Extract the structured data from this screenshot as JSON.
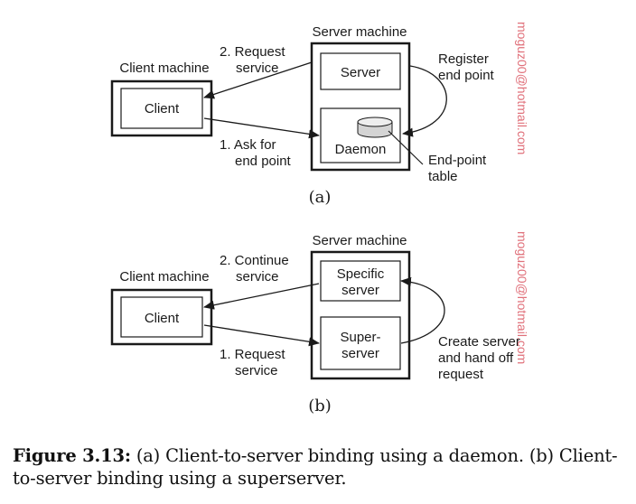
{
  "colors": {
    "ink": "#1a1a1a",
    "watermark": "#e0707a"
  },
  "watermark": "moguz00@hotmail.com",
  "panel_a": {
    "server_machine": "Server machine",
    "client_machine": "Client machine",
    "client": "Client",
    "server": "Server",
    "daemon": "Daemon",
    "request_line1": "2. Request",
    "request_line2": "service",
    "ask_line1": "1. Ask for",
    "ask_line2": "end point",
    "register_line1": "Register",
    "register_line2": "end point",
    "endpoint_line1": "End-point",
    "endpoint_line2": "table",
    "label": "(a)"
  },
  "panel_b": {
    "server_machine": "Server machine",
    "client_machine": "Client machine",
    "client": "Client",
    "specific_line1": "Specific",
    "specific_line2": "server",
    "super_line1": "Super-",
    "super_line2": "server",
    "continue_line1": "2. Continue",
    "continue_line2": "service",
    "request_line1": "1. Request",
    "request_line2": "service",
    "create_line1": "Create server",
    "create_line2": "and hand off",
    "create_line3": "request",
    "label": "(b)"
  },
  "caption": {
    "figure": "Figure 3.13:",
    "text": " (a) Client-to-server binding using a daemon. (b) Client-to-server binding using a superserver."
  }
}
